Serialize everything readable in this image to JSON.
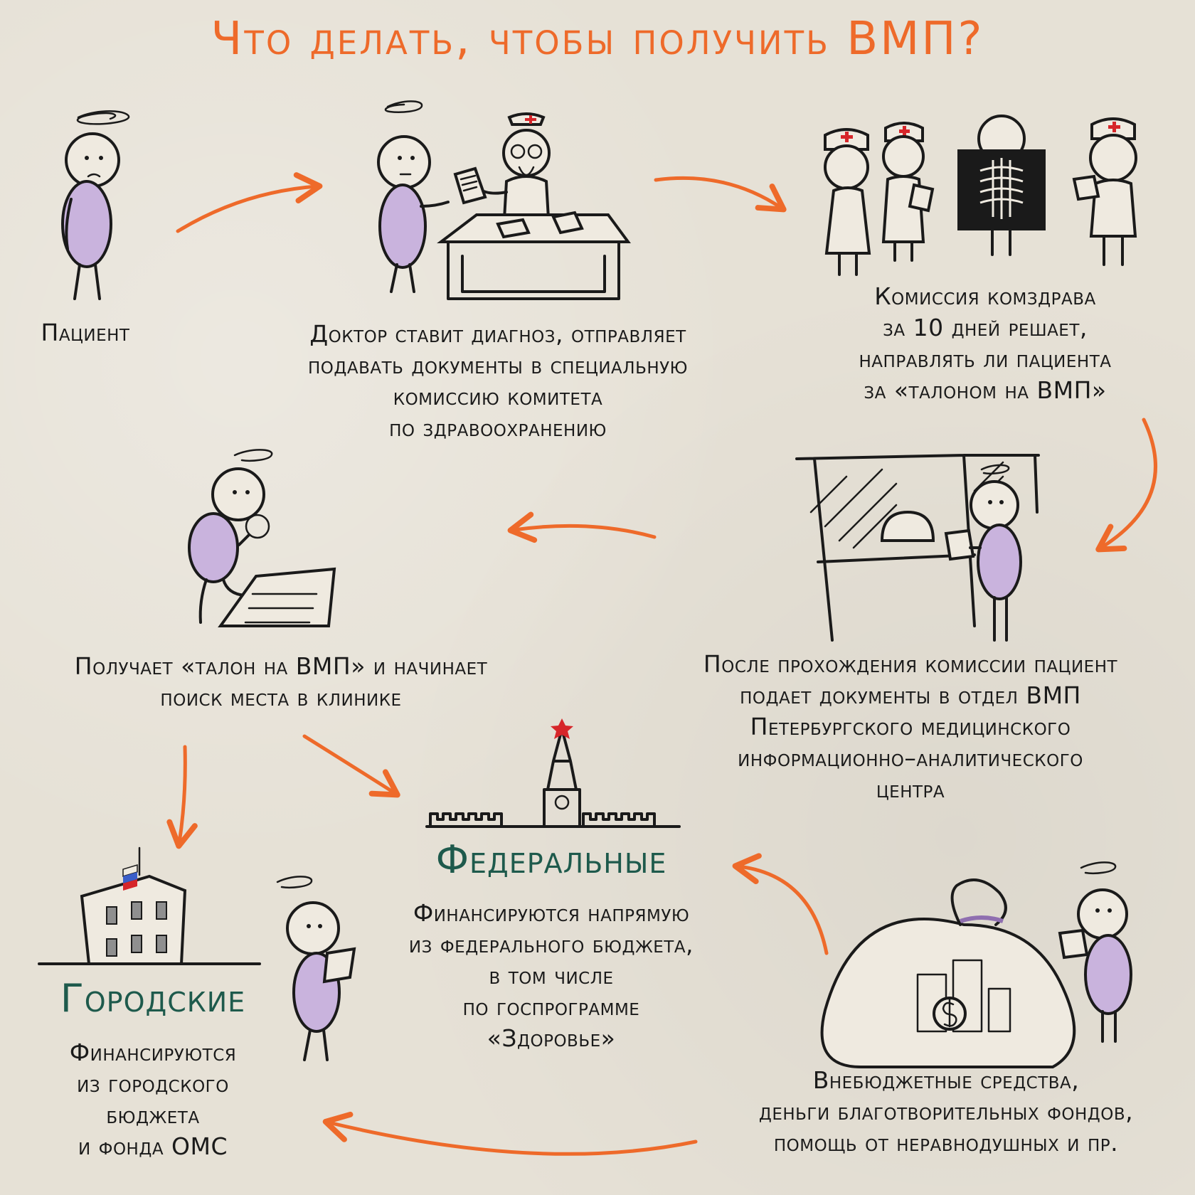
{
  "title": "Что делать, чтобы получить ВМП?",
  "steps": {
    "patient": "Пациент",
    "doctor": [
      "Доктор ставит диагноз, отправляет",
      "подавать документы в специальную",
      "комиссию комитета",
      "по здравоохранению"
    ],
    "commission": [
      "Комиссия комздрава",
      "за 10 дней решает,",
      "направлять ли пациента",
      "за «талоном на ВМП»"
    ],
    "department": [
      "После прохождения комиссии пациент",
      "подает документы в отдел ВМП",
      "Петербургского медицинского",
      "информационно–аналитического",
      "центра"
    ],
    "coupon": [
      "Получает «талон на ВМП» и начинает",
      "поиск места в клинике"
    ]
  },
  "federal": {
    "heading": "Федеральные",
    "text": [
      "Финансируются напрямую",
      "из федерального бюджета,",
      "в том числе",
      "по госпрограмме",
      "«Здоровье»"
    ]
  },
  "city": {
    "heading": "Городские",
    "text": [
      "Финансируются",
      "из городского",
      "бюджета",
      "и фонда ОМС"
    ]
  },
  "extra": {
    "text": [
      "Внебюджетные средства,",
      "деньги благотворительных фондов,",
      "помощь от неравнодушных и пр."
    ]
  },
  "colors": {
    "accent": "#ee6a2a",
    "heading": "#1e5a4c",
    "figure": "#c9b3dd",
    "background": "#e6e1d6"
  },
  "icons": [
    "person-icon",
    "doctor-icon",
    "xray-icon",
    "window-icon",
    "magnifier-icon",
    "kremlin-icon",
    "building-icon",
    "money-bag-icon",
    "dollar-coin-icon",
    "russian-flag-icon"
  ]
}
